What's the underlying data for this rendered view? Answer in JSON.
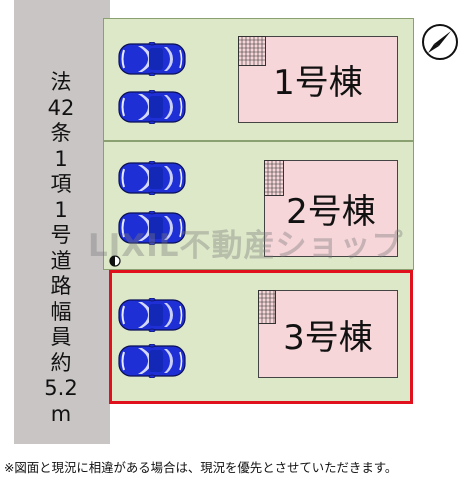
{
  "road": {
    "label": "法42条1項1号道路 幅員約5.2m"
  },
  "lots": [
    {
      "label": "1号棟",
      "parking_spaces": 2
    },
    {
      "label": "2号棟",
      "parking_spaces": 2
    },
    {
      "label": "3号棟",
      "parking_spaces": 2,
      "highlighted": true
    }
  ],
  "watermark": "LIXIL不動産ショップ",
  "note": "※図面と現況に相違がある場合は、現況を優先とさせていただきます。",
  "colors": {
    "road": "#c9c5c5",
    "lot": "#dde8c9",
    "house": "#f6d6d8",
    "car": "#1f2fd6",
    "highlight": "#e0101c"
  },
  "icons": {
    "compass": "north-arrow-icon",
    "car": "car-icon"
  }
}
